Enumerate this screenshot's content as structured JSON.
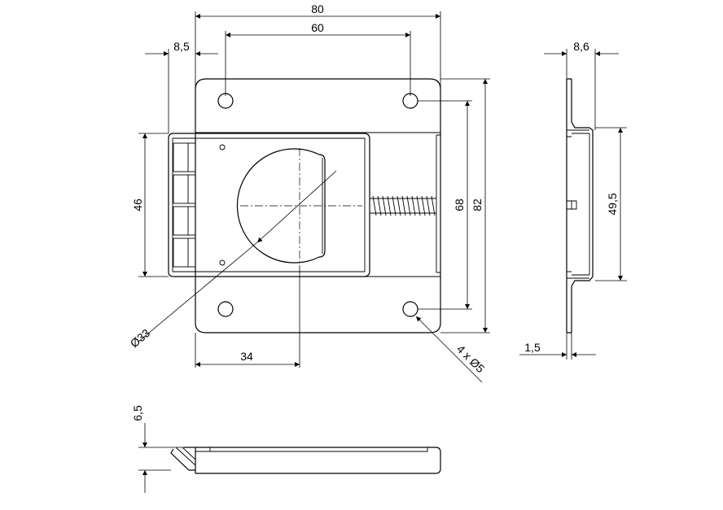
{
  "dimensions": {
    "width_total": "80",
    "hole_spacing_x": "60",
    "edge_offset": "8,5",
    "height_body": "46",
    "hole_spacing_y": "68",
    "height_total": "82",
    "circle_diameter": "Ø33",
    "center_offset": "34",
    "hole_spec": "4 x Ø5",
    "side_depth": "8,6",
    "side_height": "49,5",
    "sheet_thickness": "1,5",
    "bottom_height": "6,5"
  }
}
